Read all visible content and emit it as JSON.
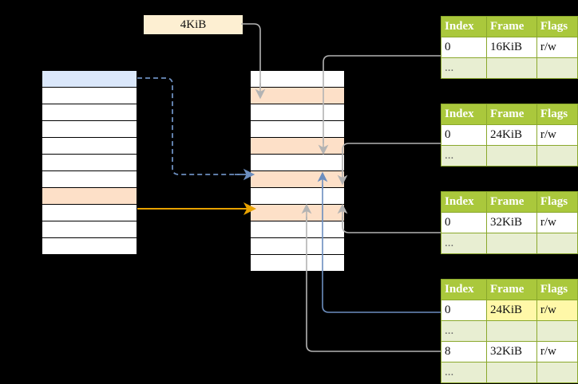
{
  "diagram": {
    "title": "page-table-translation-diagram",
    "label_box": {
      "text": "4KiB"
    },
    "colors": {
      "header_green": "#aac83c",
      "row_alt_green": "#e8eed2",
      "highlight_yellow": "#fff8a8",
      "blue_row": "#dbe8fb",
      "peach_row": "#fde0c8",
      "orange_arrow": "#e8a200",
      "blue_arrow": "#6c8ebf",
      "gray_arrow": "#b3b3b3",
      "background": "#000000"
    },
    "left_memory": {
      "name": "left-memory-column",
      "row_count": 11,
      "rows": [
        {
          "fill": "blue",
          "text": ""
        },
        {
          "fill": "white",
          "text": ""
        },
        {
          "fill": "white",
          "text": ""
        },
        {
          "fill": "white",
          "text": ""
        },
        {
          "fill": "white",
          "text": ""
        },
        {
          "fill": "white",
          "text": ""
        },
        {
          "fill": "white",
          "text": ""
        },
        {
          "fill": "peach",
          "text": ""
        },
        {
          "fill": "white",
          "text": ""
        },
        {
          "fill": "white",
          "text": ""
        },
        {
          "fill": "white",
          "text": ""
        }
      ]
    },
    "middle_memory": {
      "name": "middle-memory-column",
      "row_count": 12,
      "rows": [
        {
          "fill": "white",
          "text": ""
        },
        {
          "fill": "peach",
          "text": ""
        },
        {
          "fill": "white",
          "text": ""
        },
        {
          "fill": "white",
          "text": ""
        },
        {
          "fill": "peach",
          "text": ""
        },
        {
          "fill": "white",
          "text": ""
        },
        {
          "fill": "peach",
          "text": ""
        },
        {
          "fill": "white",
          "text": ""
        },
        {
          "fill": "peach",
          "text": ""
        },
        {
          "fill": "white",
          "text": ""
        },
        {
          "fill": "white",
          "text": ""
        },
        {
          "fill": "white",
          "text": ""
        }
      ]
    },
    "tables": [
      {
        "name": "page-table-1",
        "headers": [
          "Index",
          "Frame",
          "Flags"
        ],
        "rows": [
          {
            "cells": [
              "0",
              "16KiB",
              "r/w"
            ],
            "style": "normal",
            "highlight": []
          },
          {
            "cells": [
              "...",
              "",
              ""
            ],
            "style": "ellipsis",
            "highlight": []
          }
        ]
      },
      {
        "name": "page-table-2",
        "headers": [
          "Index",
          "Frame",
          "Flags"
        ],
        "rows": [
          {
            "cells": [
              "0",
              "24KiB",
              "r/w"
            ],
            "style": "normal",
            "highlight": []
          },
          {
            "cells": [
              "...",
              "",
              ""
            ],
            "style": "ellipsis",
            "highlight": []
          }
        ]
      },
      {
        "name": "page-table-3",
        "headers": [
          "Index",
          "Frame",
          "Flags"
        ],
        "rows": [
          {
            "cells": [
              "0",
              "32KiB",
              "r/w"
            ],
            "style": "normal",
            "highlight": []
          },
          {
            "cells": [
              "...",
              "",
              ""
            ],
            "style": "ellipsis",
            "highlight": []
          }
        ]
      },
      {
        "name": "page-table-4",
        "headers": [
          "Index",
          "Frame",
          "Flags"
        ],
        "rows": [
          {
            "cells": [
              "0",
              "24KiB",
              "r/w"
            ],
            "style": "normal",
            "highlight": [
              1,
              2
            ]
          },
          {
            "cells": [
              "...",
              "",
              ""
            ],
            "style": "ellipsis",
            "highlight": []
          },
          {
            "cells": [
              "8",
              "32KiB",
              "r/w"
            ],
            "style": "normal",
            "highlight": []
          },
          {
            "cells": [
              "...",
              "",
              ""
            ],
            "style": "ellipsis",
            "highlight": []
          }
        ]
      }
    ]
  }
}
